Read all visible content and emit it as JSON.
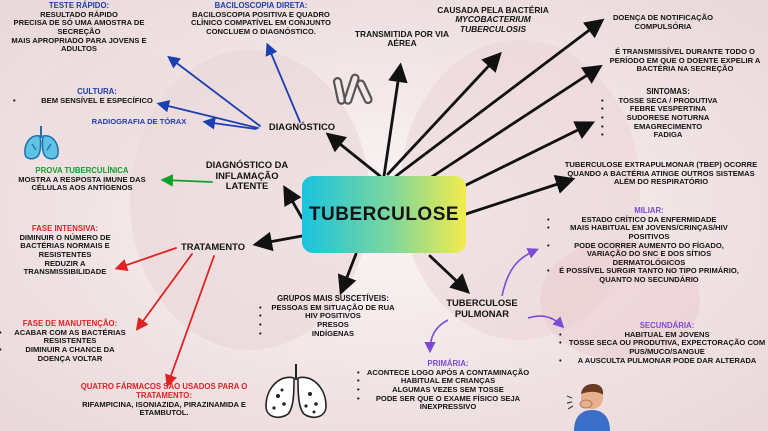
{
  "center": "TUBERCULOSE",
  "teste_rapido": {
    "title": "TESTE RÁPIDO:",
    "items": [
      "RESULTADO RÁPIDO",
      "PRECISA DE SÓ UMA AMOSTRA DE SECREÇÃO",
      "MAIS APROPRIADO PARA JOVENS E ADULTOS"
    ]
  },
  "baciloscopia": {
    "title": "BACILOSCOPIA DIRETA:",
    "text": "BACILOSCOPIA POSITIVA E QUADRO CLÍNICO COMPATÍVEL EM CONJUNTO CONCLUEM O DIAGNÓSTICO."
  },
  "transmitida": "TRANSMITIDA POR VIA AÉREA",
  "causada": {
    "line1": "CAUSADA PELA BACTÉRIA",
    "line2": "MYCOBACTERIUM TUBERCULOSIS"
  },
  "notificacao": "DOENÇA DE NOTIFICAÇÃO COMPULSÓRIA",
  "transmissivel": "É TRANSMISSÍVEL DURANTE TODO O PERÍODO EM QUE O DOENTE EXPELIR A BACTÉRIA NA SECREÇÃO",
  "sintomas": {
    "title": "SINTOMAS:",
    "items": [
      "TOSSE SECA / PRODUTIVA",
      "FEBRE VESPERTINA",
      "SUDORESE NOTURNA",
      "EMAGRECIMENTO",
      "FADIGA"
    ]
  },
  "cultura": {
    "title": "CULTURA:",
    "items": [
      "BEM SENSÍVEL E ESPECÍFICO"
    ]
  },
  "radiografia": "RADIOGRAFIA DE TÓRAX",
  "diagnostico": "DIAGNÓSTICO",
  "prova": {
    "title": "PROVA TUBERCULÍNICA",
    "text": "MOSTRA A RESPOSTA IMUNE DAS CÉLULAS AOS ANTÍGENOS"
  },
  "diag_latente": "DIAGNÓSTICO DA INFLAMAÇÃO LATENTE",
  "extrapulmonar": "TUBERCULOSE EXTRAPULMONAR (TBEP) OCORRE QUANDO A BACTÉRIA ATINGE OUTROS SISTEMAS ALÉM DO RESPIRATÓRIO",
  "fase_intensiva": {
    "title": "FASE INTENSIVA:",
    "items": [
      "DIMINUIR O NÚMERO DE BACTÉRIAS NORMAIS E RESISTENTES",
      "REDUZIR A TRANSMISSIBILIDADE"
    ]
  },
  "tratamento": "TRATAMENTO",
  "fase_manutencao": {
    "title": "FASE DE MANUTENÇÃO:",
    "items": [
      "ACABAR COM AS BACTÉRIAS RESISTENTES",
      "DIMINUIR A CHANCE DA DOENÇA VOLTAR"
    ]
  },
  "farmacos": {
    "title": "QUATRO FÁRMACOS SÃO USADOS PARA O TRATAMENTO:",
    "text": "RIFAMPICINA, ISONIAZIDA, PIRAZINAMIDA E ETAMBUTOL."
  },
  "grupos": {
    "title": "GRUPOS MAIS SUSCETÍVEIS:",
    "items": [
      "PESSOAS EM SITUAÇÃO DE RUA",
      "HIV POSITIVOS",
      "PRESOS",
      "INDÍGENAS"
    ]
  },
  "pulmonar": "TUBERCULOSE PULMONAR",
  "miliar": {
    "title": "MILIAR:",
    "items": [
      "ESTADO CRÍTICO DA ENFERMIDADE",
      "MAIS HABITUAL EM JOVENS/CRINÇAS/HIV POSITIVOS",
      "PODE OCORRER AUMENTO DO FÍGADO, VARIAÇÃO DO SNC E DOS SÍTIOS DERMATOLÓGICOS",
      "É POSSÍVEL SURGIR TANTO NO TIPO PRIMÁRIO, QUANTO NO SECUNDÁRIO"
    ]
  },
  "primaria": {
    "title": "PRIMÁRIA:",
    "items": [
      "ACONTECE LOGO APÓS A CONTAMINAÇÃO",
      "HABITUAL EM CRIANÇAS",
      "ALGUMAS VEZES SEM TOSSE",
      "PODE SER QUE O EXAME FÍSICO SEJA INEXPRESSIVO"
    ]
  },
  "secundaria": {
    "title": "SECUNDÁRIA:",
    "items": [
      "HABITUAL EM JOVENS",
      "TOSSE SECA OU PRODUTIVA, EXPECTORAÇÃO COM PUS/MUCO/SANGUE",
      "A AUSCULTA PULMONAR PODE DAR ALTERADA"
    ]
  },
  "colors": {
    "arrow_main": "#111111",
    "arrow_blue": "#1b3fb0",
    "arrow_green": "#12a02a",
    "arrow_red": "#e02222",
    "arrow_purple": "#7a4cd6",
    "center_gradient": [
      "#19c3df",
      "#7fd79a",
      "#f2ec4c"
    ]
  },
  "icons": [
    "bacteria-icon",
    "lung-icon",
    "lungs-xray-icon",
    "coughing-person-icon"
  ]
}
